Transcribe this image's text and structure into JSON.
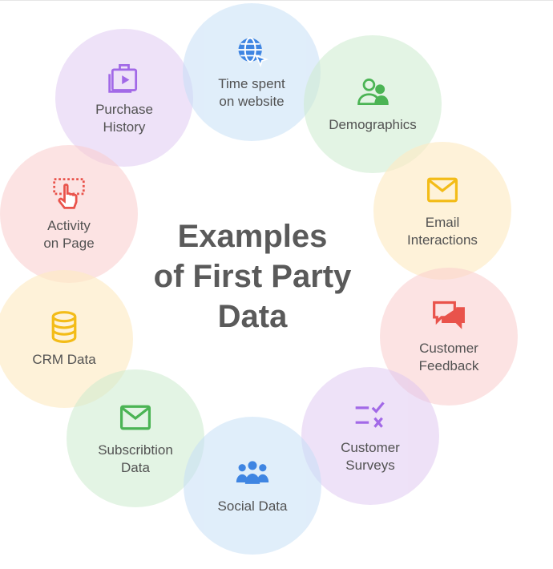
{
  "title": "Examples\nof First Party\nData",
  "colors": {
    "blue": "#2f7be0",
    "green": "#3cae46",
    "yellow": "#f2b705",
    "red": "#e8453c",
    "purple": "#9b5de5",
    "text": "#444444",
    "title": "#5a5a5a"
  },
  "items": [
    {
      "label": "Time spent\non website",
      "icon": "globe-cursor-icon"
    },
    {
      "label": "Demographics",
      "icon": "users-icon"
    },
    {
      "label": "Email\nInteractions",
      "icon": "envelope-icon"
    },
    {
      "label": "Customer\nFeedback",
      "icon": "chat-bubbles-icon"
    },
    {
      "label": "Customer\nSurveys",
      "icon": "checklist-icon"
    },
    {
      "label": "Social Data",
      "icon": "group-icon"
    },
    {
      "label": "Subscribtion\nData",
      "icon": "envelope-icon"
    },
    {
      "label": "CRM Data",
      "icon": "database-icon"
    },
    {
      "label": "Activity\non Page",
      "icon": "tap-icon"
    },
    {
      "label": "Purchase\nHistory",
      "icon": "video-bag-icon"
    }
  ]
}
